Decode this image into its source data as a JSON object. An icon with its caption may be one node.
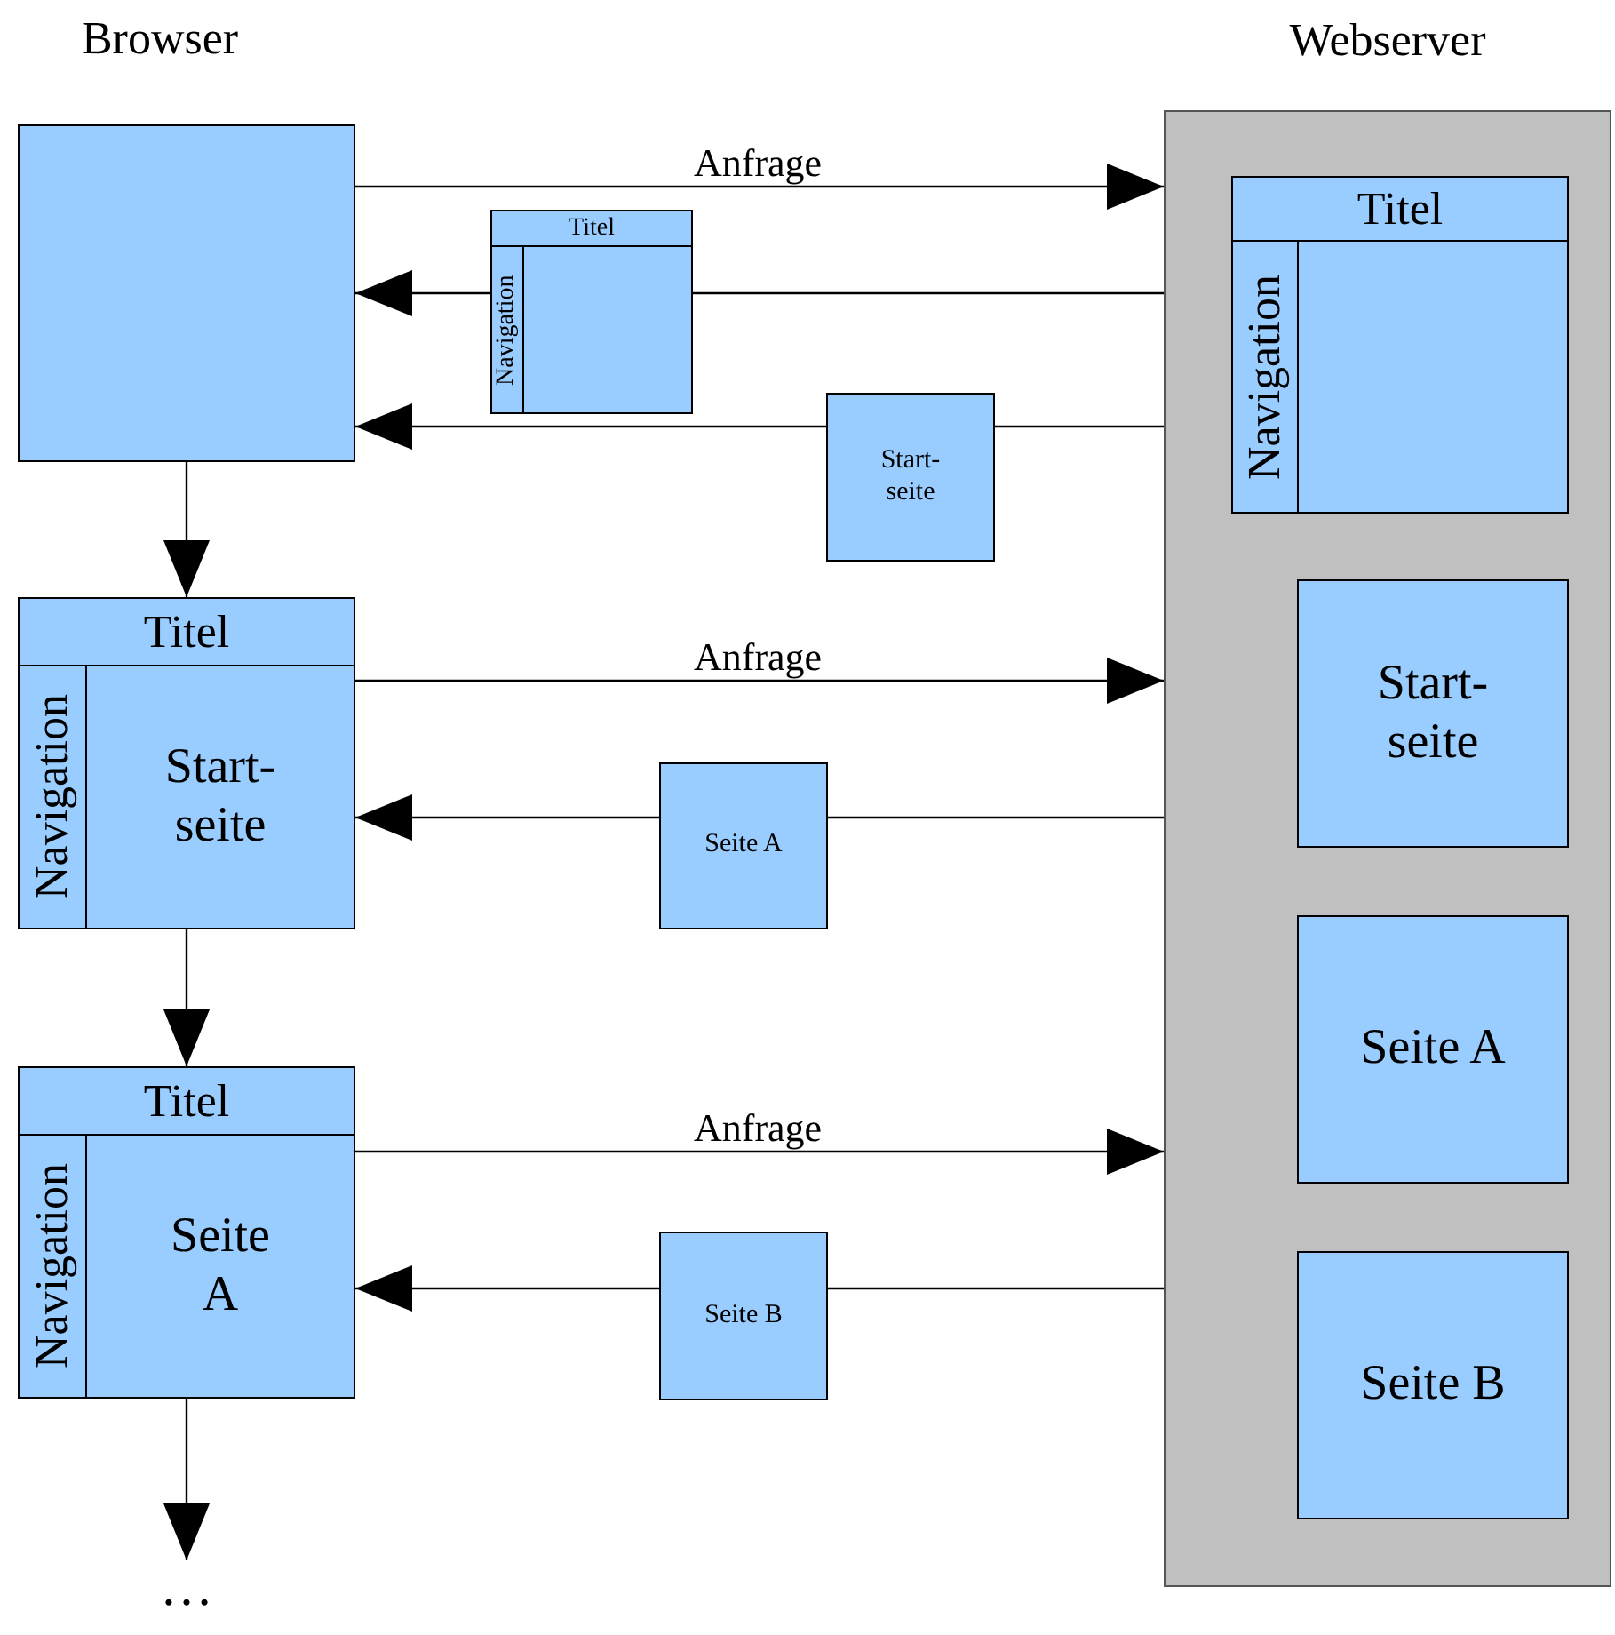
{
  "diagram": {
    "nodes": [
      {
        "text": [],
        "shape": "box"
      },
      {
        "text": [
          "Titel",
          "Navigation"
        ]
      },
      {
        "text": [
          "Start- seite"
        ]
      },
      {
        "text": [
          "Titel",
          "Navigation",
          "Start- seite"
        ]
      },
      {
        "text": [
          "Seite A"
        ]
      },
      {
        "text": [
          "Titel",
          "Navigation",
          "Seite A"
        ]
      },
      {
        "text": [
          "Seite B"
        ]
      },
      {
        "text": [
          "…"
        ]
      },
      {
        "text": [
          "Webserver"
        ]
      },
      {
        "text": [
          "Titel",
          "Navigation"
        ],
        "in": 8
      },
      {
        "text": [
          "Start- seite"
        ],
        "in": 8
      },
      {
        "text": [
          "Seite A"
        ],
        "in": 8
      },
      {
        "text": [
          "Seite B"
        ],
        "in": 8
      }
    ],
    "edges": [
      {
        "from": 0,
        "to": 8,
        "arrow": "to",
        "label": "Anfrage"
      },
      {
        "from": 8,
        "to": 1,
        "arrow": "none"
      },
      {
        "from": 1,
        "to": 0,
        "arrow": "to"
      },
      {
        "from": 8,
        "to": 2,
        "arrow": "none"
      },
      {
        "from": 2,
        "to": 0,
        "arrow": "to"
      },
      {
        "from": 0,
        "to": 3,
        "arrow": "to"
      },
      {
        "from": 3,
        "to": 8,
        "arrow": "to",
        "label": "Anfrage"
      },
      {
        "from": 8,
        "to": 4,
        "arrow": "none"
      },
      {
        "from": 4,
        "to": 3,
        "arrow": "to"
      },
      {
        "from": 3,
        "to": 5,
        "arrow": "to"
      },
      {
        "from": 5,
        "to": 8,
        "arrow": "to",
        "label": "Anfrage"
      },
      {
        "from": 8,
        "to": 6,
        "arrow": "none"
      },
      {
        "from": 6,
        "to": 5,
        "arrow": "to"
      },
      {
        "from": 5,
        "to": 7,
        "arrow": "to"
      }
    ],
    "labels": [
      "Browser"
    ]
  }
}
